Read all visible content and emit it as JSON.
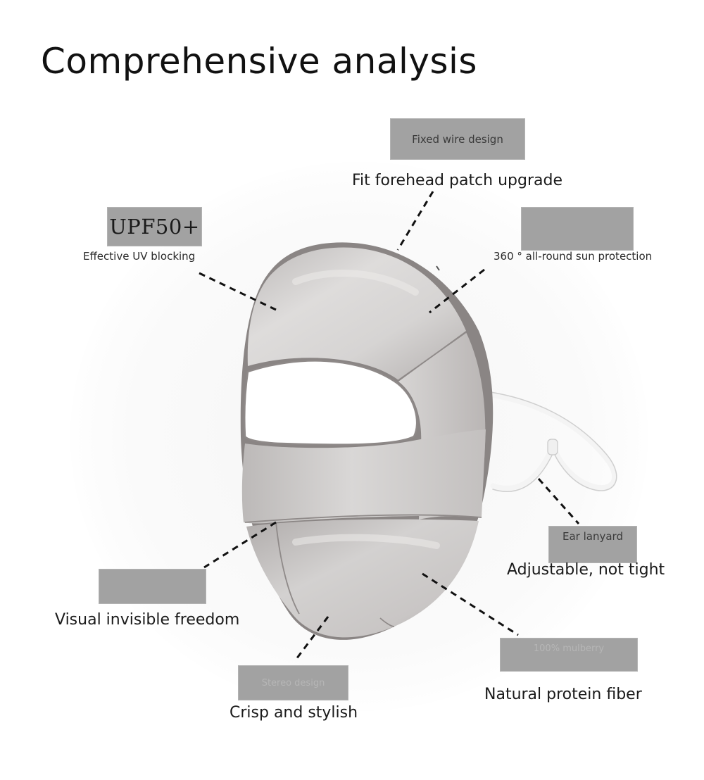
{
  "heading": "Comprehensive analysis",
  "callouts": {
    "top": {
      "tag": "Fixed wire design",
      "caption": "Fit forehead patch upgrade"
    },
    "upf": {
      "tag": "UPF50+",
      "caption": "Effective UV blocking"
    },
    "sun": {
      "tag": "",
      "caption": "360 ° all-round sun protection"
    },
    "ear": {
      "tag": "Ear lanyard",
      "caption": "Adjustable, not tight"
    },
    "visual": {
      "tag": "",
      "caption": "Visual invisible freedom"
    },
    "fiber": {
      "tag": "100% mulberry",
      "caption": "Natural protein fiber"
    },
    "crisp": {
      "tag": "Stereo design",
      "caption": "Crisp and stylish"
    }
  },
  "colors": {
    "tag_fill": "#a2a2a2",
    "mask_silk": "#d2d0cf",
    "mask_edge": "#7a7574",
    "leader_line": "#111111"
  },
  "icons": [
    "face-mask-illustration",
    "ear-loop-cord"
  ]
}
